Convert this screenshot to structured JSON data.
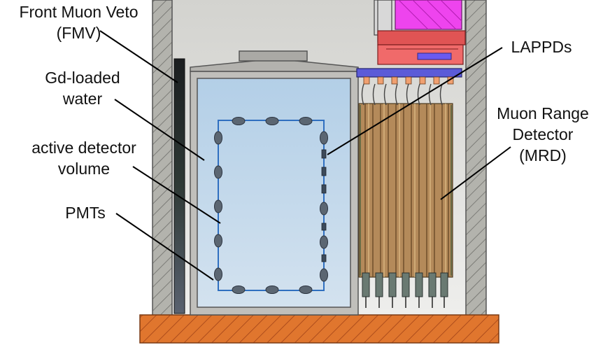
{
  "labels": {
    "fmv": [
      "Front Muon Veto",
      "(FMV)"
    ],
    "water": [
      "Gd-loaded",
      "water"
    ],
    "active": [
      "active detector",
      "volume"
    ],
    "pmts": [
      "PMTs"
    ],
    "lappds": [
      "LAPPDs"
    ],
    "mrd": [
      "Muon Range",
      "Detector",
      "(MRD)"
    ]
  },
  "colors": {
    "wall": "#b3b3ad",
    "hall_bg": "#dcdcd8",
    "tank": "#c0bfbb",
    "water": "#b8d2e8",
    "fiducial": "#2f6fc0",
    "pmt": "#5b6672",
    "fmv_bar": "#262a2c",
    "mrd": "#b48a5a",
    "floor": "#e0762e",
    "magenta": "#ee44ee",
    "red_frame": "#e05454"
  },
  "icons": {
    "pmt": "pmt-ellipse-icon",
    "lappd": "lappd-dash-icon"
  }
}
